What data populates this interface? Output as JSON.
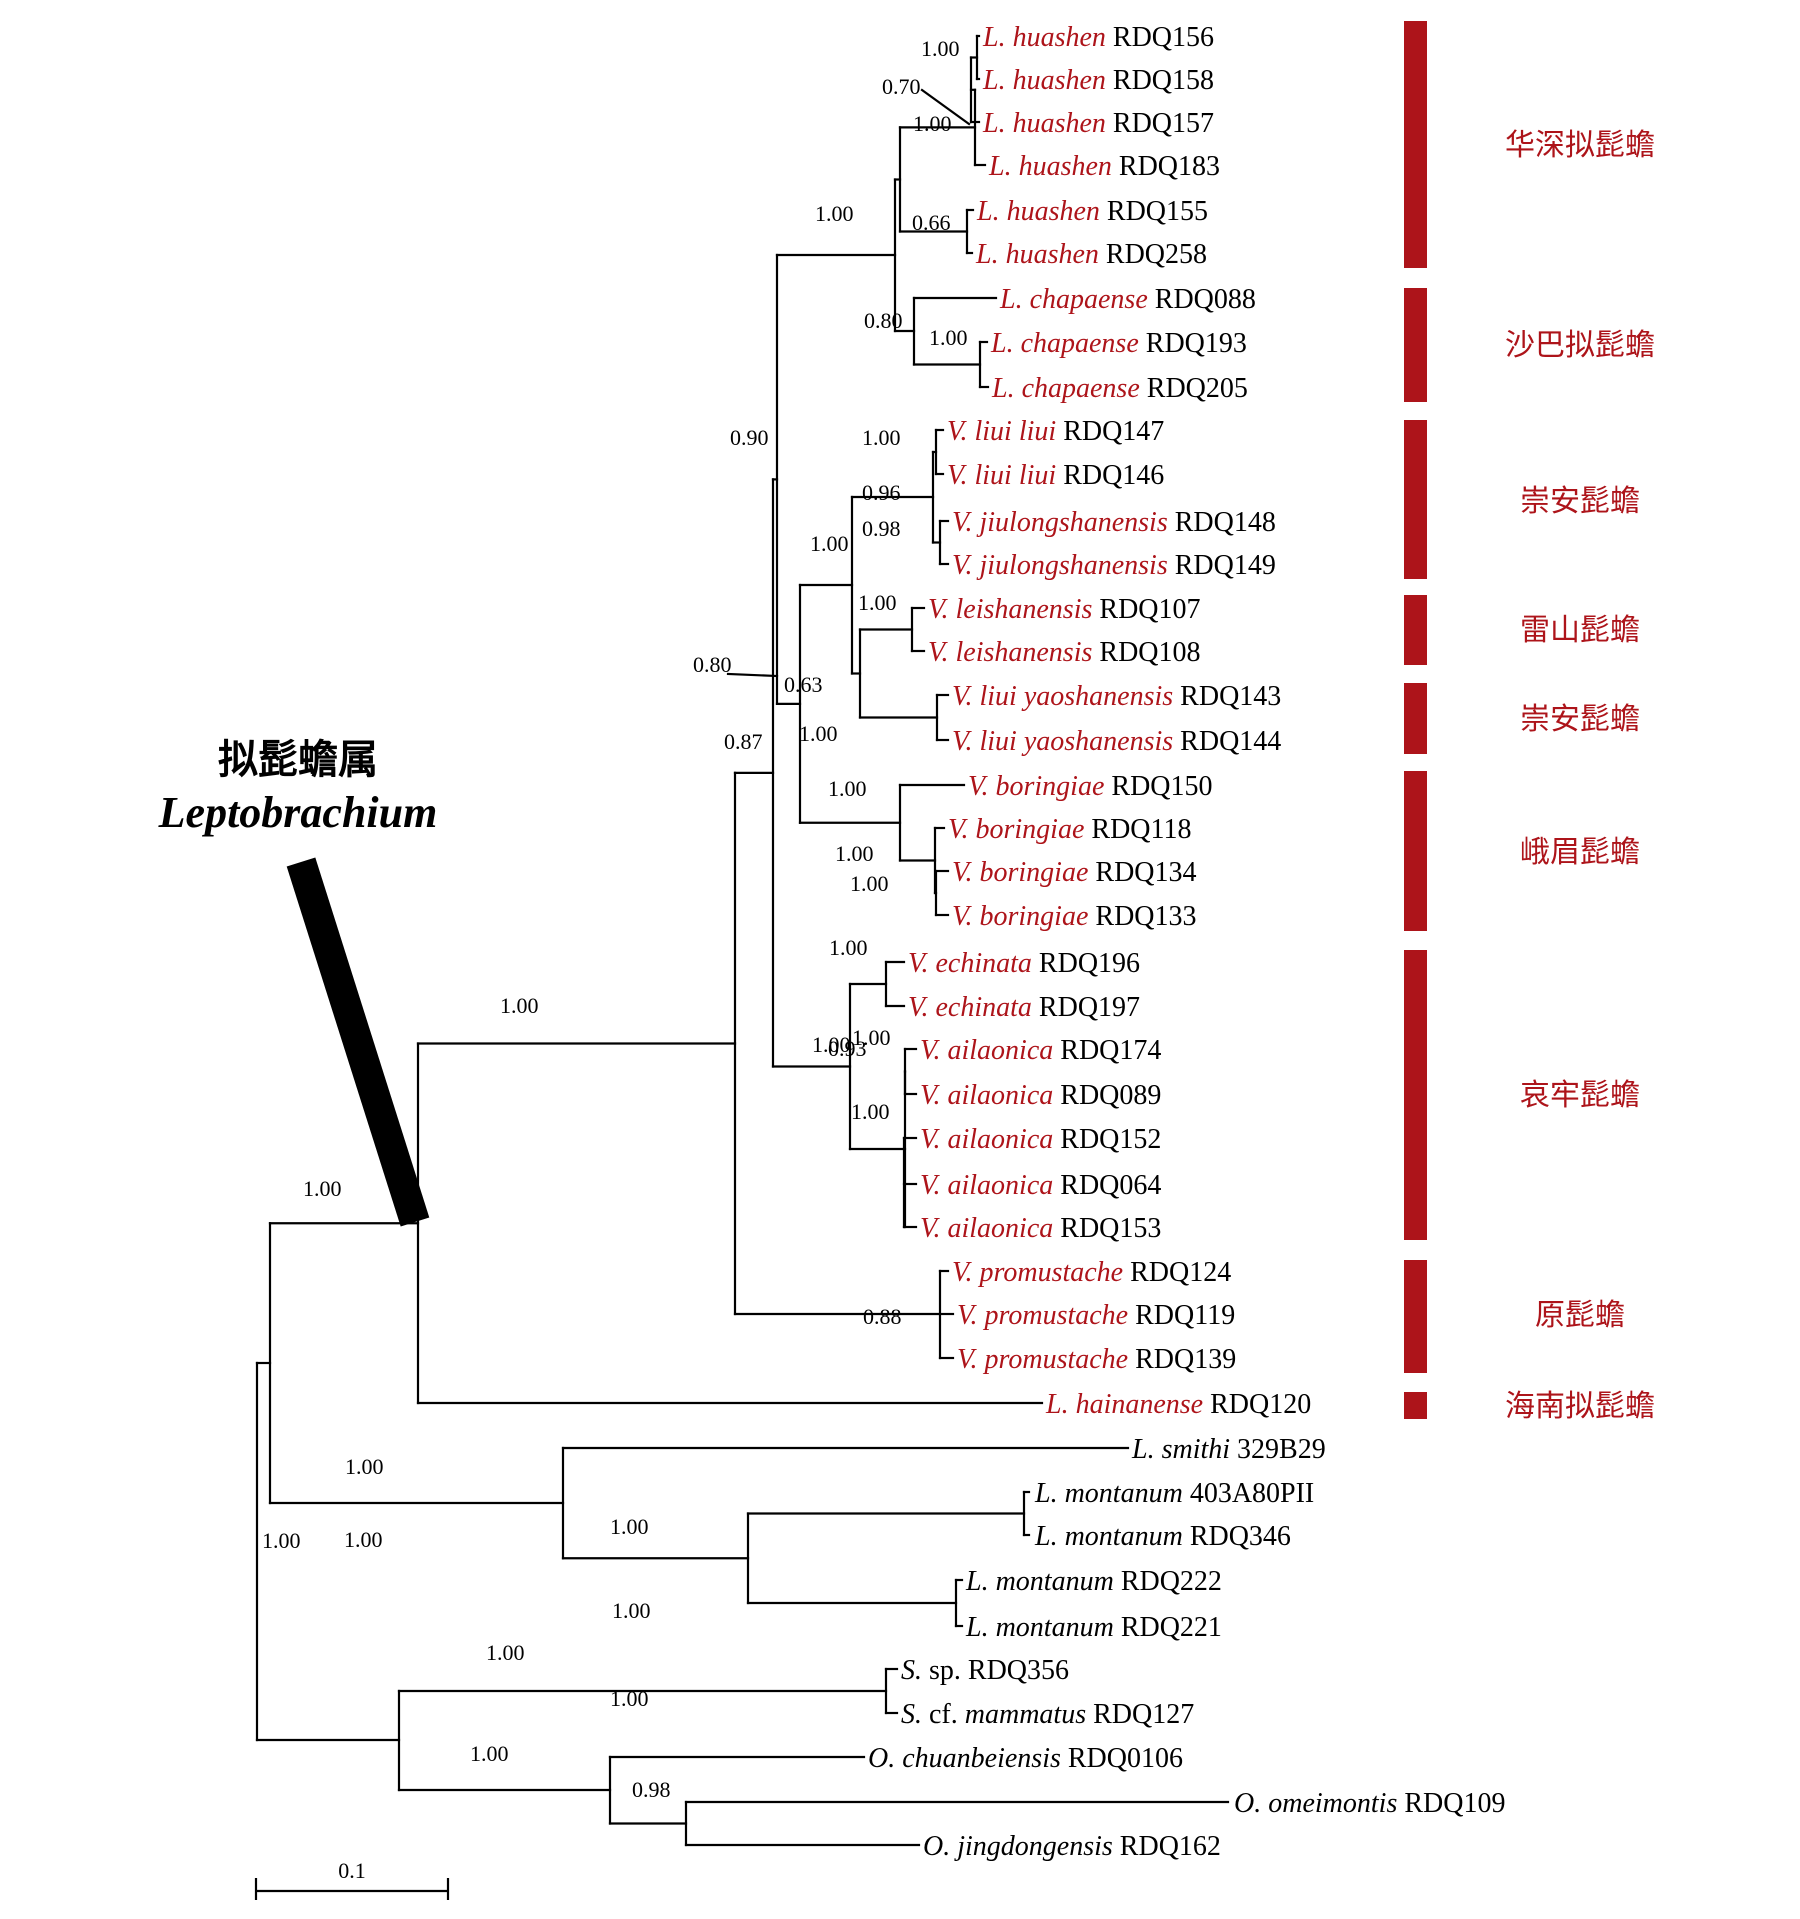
{
  "colors": {
    "ingroup": "#ad141a",
    "outgroup": "#000000",
    "group_bar": "#ad141a"
  },
  "genus_label": {
    "chinese": "拟髭蟾属",
    "latin": "Leptobrachium"
  },
  "scale_bar": {
    "label": "0.1"
  },
  "taxa": [
    {
      "genus": "L.",
      "epithet": "huashen",
      "voucher": "RDQ156",
      "ingroup": true
    },
    {
      "genus": "L.",
      "epithet": "huashen",
      "voucher": "RDQ158",
      "ingroup": true
    },
    {
      "genus": "L.",
      "epithet": "huashen",
      "voucher": "RDQ157",
      "ingroup": true
    },
    {
      "genus": "L.",
      "epithet": "huashen",
      "voucher": "RDQ183",
      "ingroup": true
    },
    {
      "genus": "L.",
      "epithet": "huashen",
      "voucher": "RDQ155",
      "ingroup": true
    },
    {
      "genus": "L.",
      "epithet": "huashen",
      "voucher": "RDQ258",
      "ingroup": true
    },
    {
      "genus": "L.",
      "epithet": "chapaense",
      "voucher": "RDQ088",
      "ingroup": true
    },
    {
      "genus": "L.",
      "epithet": "chapaense",
      "voucher": "RDQ193",
      "ingroup": true
    },
    {
      "genus": "L.",
      "epithet": "chapaense",
      "voucher": "RDQ205",
      "ingroup": true
    },
    {
      "genus": "V.",
      "epithet": "liui liui",
      "voucher": "RDQ147",
      "ingroup": true
    },
    {
      "genus": "V.",
      "epithet": "liui liui",
      "voucher": "RDQ146",
      "ingroup": true
    },
    {
      "genus": "V.",
      "epithet": "jiulongshanensis",
      "voucher": "RDQ148",
      "ingroup": true
    },
    {
      "genus": "V.",
      "epithet": "jiulongshanensis",
      "voucher": "RDQ149",
      "ingroup": true
    },
    {
      "genus": "V.",
      "epithet": "leishanensis",
      "voucher": "RDQ107",
      "ingroup": true
    },
    {
      "genus": "V.",
      "epithet": "leishanensis",
      "voucher": "RDQ108",
      "ingroup": true
    },
    {
      "genus": "V.",
      "epithet": "liui yaoshanensis",
      "voucher": "RDQ143",
      "ingroup": true
    },
    {
      "genus": "V.",
      "epithet": "liui yaoshanensis",
      "voucher": "RDQ144",
      "ingroup": true
    },
    {
      "genus": "V.",
      "epithet": "boringiae",
      "voucher": "RDQ150",
      "ingroup": true
    },
    {
      "genus": "V.",
      "epithet": "boringiae",
      "voucher": "RDQ118",
      "ingroup": true
    },
    {
      "genus": "V.",
      "epithet": "boringiae",
      "voucher": "RDQ134",
      "ingroup": true
    },
    {
      "genus": "V.",
      "epithet": "boringiae",
      "voucher": "RDQ133",
      "ingroup": true
    },
    {
      "genus": "V.",
      "epithet": "echinata",
      "voucher": "RDQ196",
      "ingroup": true
    },
    {
      "genus": "V.",
      "epithet": "echinata",
      "voucher": "RDQ197",
      "ingroup": true
    },
    {
      "genus": "V.",
      "epithet": "ailaonica",
      "voucher": "RDQ174",
      "ingroup": true
    },
    {
      "genus": "V.",
      "epithet": "ailaonica",
      "voucher": "RDQ089",
      "ingroup": true
    },
    {
      "genus": "V.",
      "epithet": "ailaonica",
      "voucher": "RDQ152",
      "ingroup": true
    },
    {
      "genus": "V.",
      "epithet": "ailaonica",
      "voucher": "RDQ064",
      "ingroup": true
    },
    {
      "genus": "V.",
      "epithet": "ailaonica",
      "voucher": "RDQ153",
      "ingroup": true
    },
    {
      "genus": "V.",
      "epithet": "promustache",
      "voucher": "RDQ124",
      "ingroup": true
    },
    {
      "genus": "V.",
      "epithet": "promustache",
      "voucher": "RDQ119",
      "ingroup": true
    },
    {
      "genus": "V.",
      "epithet": "promustache",
      "voucher": "RDQ139",
      "ingroup": true
    },
    {
      "genus": "L.",
      "epithet": "hainanense",
      "voucher": "RDQ120",
      "ingroup": true
    },
    {
      "genus": "L.",
      "epithet": "smithi",
      "voucher": "329B29",
      "ingroup": false
    },
    {
      "genus": "L.",
      "epithet": "montanum",
      "voucher": "403A80PII",
      "ingroup": false
    },
    {
      "genus": "L.",
      "epithet": "montanum",
      "voucher": "RDQ346",
      "ingroup": false
    },
    {
      "genus": "L.",
      "epithet": "montanum",
      "voucher": "RDQ222",
      "ingroup": false
    },
    {
      "genus": "L.",
      "epithet": "montanum",
      "voucher": "RDQ221",
      "ingroup": false
    },
    {
      "genus": "S.",
      "epithet": "sp.",
      "voucher": "RDQ356",
      "ingroup": false,
      "epithet_upright": true
    },
    {
      "genus": "S.",
      "epithet": "cf. mammatus",
      "voucher": "RDQ127",
      "ingroup": false,
      "cf": true
    },
    {
      "genus": "O.",
      "epithet": "chuanbeiensis",
      "voucher": "RDQ0106",
      "ingroup": false
    },
    {
      "genus": "O.",
      "epithet": "omeimontis",
      "voucher": "RDQ109",
      "ingroup": false
    },
    {
      "genus": "O.",
      "epithet": "jingdongensis",
      "voucher": "RDQ162",
      "ingroup": false
    }
  ],
  "support_values": [
    "1.00",
    "0.70",
    "1.00",
    "0.66",
    "1.00",
    "0.80",
    "1.00",
    "1.00",
    "0.96",
    "0.98",
    "1.00",
    "1.00",
    "0.63",
    "1.00",
    "0.80",
    "0.90",
    "0.87",
    "1.00",
    "1.00",
    "1.00",
    "1.00",
    "0.93",
    "1.00",
    "1.00",
    "1.00",
    "0.88",
    "1.00",
    "1.00",
    "1.00",
    "1.00",
    "1.00",
    "1.00",
    "1.00",
    "1.00",
    "1.00",
    "0.98",
    "1.00"
  ],
  "groups": [
    {
      "label": "华深拟髭蟾"
    },
    {
      "label": "沙巴拟髭蟾"
    },
    {
      "label": "崇安髭蟾"
    },
    {
      "label": "雷山髭蟾"
    },
    {
      "label": "崇安髭蟾"
    },
    {
      "label": "峨眉髭蟾"
    },
    {
      "label": "哀牢髭蟾"
    },
    {
      "label": "原髭蟾"
    },
    {
      "label": "海南拟髭蟾"
    }
  ]
}
